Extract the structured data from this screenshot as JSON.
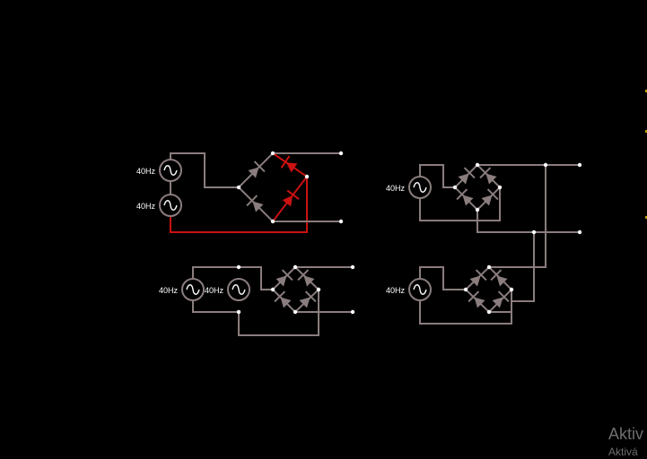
{
  "colors": {
    "background": "#000000",
    "wire": "#8a7d7d",
    "active": "#cc1111",
    "node": "#ffffff"
  },
  "canvas": {
    "name": "circuit-simulator-canvas"
  },
  "circuits": [
    {
      "id": "circuit-1",
      "sources": [
        {
          "label": "40Hz"
        },
        {
          "label": "40Hz"
        }
      ],
      "bridge": "diode-bridge",
      "active": true
    },
    {
      "id": "circuit-2",
      "sources": [
        {
          "label": "40Hz"
        }
      ],
      "bridge": "diode-bridge",
      "active": false
    },
    {
      "id": "circuit-3",
      "sources": [
        {
          "label": "40Hz"
        },
        {
          "label": "40Hz"
        }
      ],
      "bridge": "diode-bridge",
      "active": false
    },
    {
      "id": "circuit-4",
      "sources": [
        {
          "label": "40Hz"
        }
      ],
      "bridge": "diode-bridge",
      "active": false
    }
  ],
  "watermark": {
    "line1": "Aktiv",
    "line2": "Aktivá"
  }
}
